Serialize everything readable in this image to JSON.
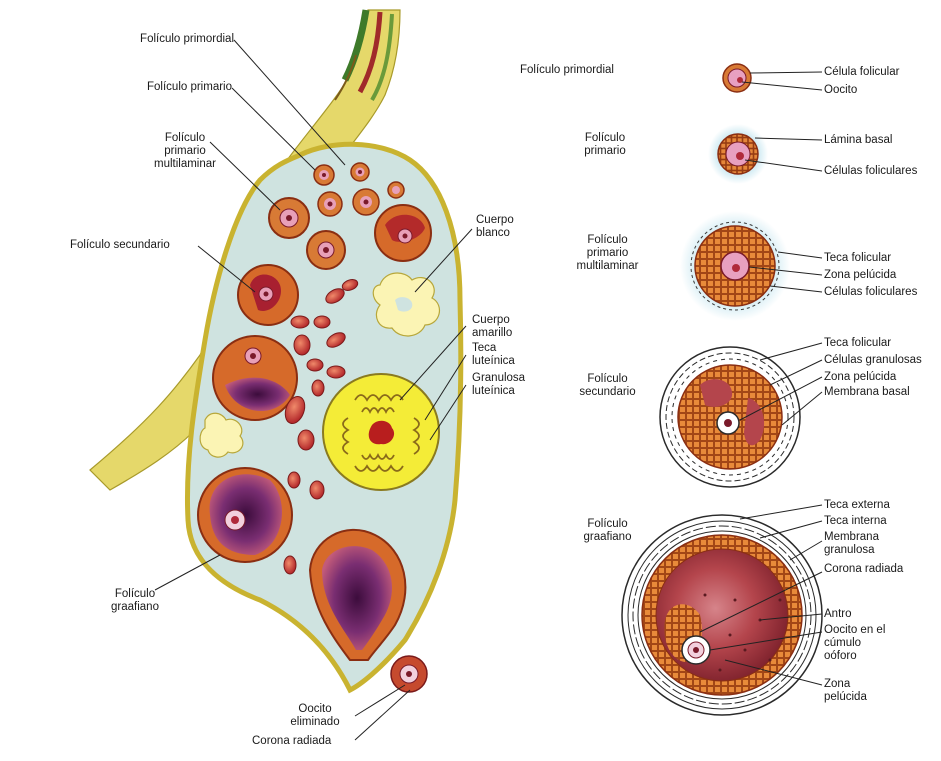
{
  "colors": {
    "ovary_fill": "#cfe3e0",
    "ovary_outline": "#c9b330",
    "follicle_orange": "#d9712c",
    "follicle_red": "#b42a25",
    "purple": "#6b2a6a",
    "yellow": "#f4ec37",
    "pink": "#e9a9c5"
  },
  "left": {
    "primordial": "Folículo primordial",
    "primario": "Folículo primario",
    "multilaminar": [
      "Folículo",
      "primario",
      "multilaminar"
    ],
    "secundario": "Folículo secundario",
    "blanco": [
      "Cuerpo",
      "blanco"
    ],
    "amarillo": [
      "Cuerpo",
      "amarillo"
    ],
    "teca": [
      "Teca",
      "luteínica"
    ],
    "granulosa": [
      "Granulosa",
      "luteínica"
    ],
    "graafiano": [
      "Folículo",
      "graafiano"
    ],
    "oocito": [
      "Oocito",
      "eliminado"
    ],
    "corona": "Corona radiada"
  },
  "right": {
    "s1": {
      "title": "Folículo primordial",
      "labels": [
        "Célula folicular",
        "Oocito"
      ]
    },
    "s2": {
      "title": [
        "Folículo",
        "primario"
      ],
      "labels": [
        "Lámina basal",
        "Células foliculares"
      ]
    },
    "s3": {
      "title": [
        "Folículo",
        "primario",
        "multilaminar"
      ],
      "labels": [
        "Teca folicular",
        "Zona pelúcida",
        "Células foliculares"
      ]
    },
    "s4": {
      "title": [
        "Folículo",
        "secundario"
      ],
      "labels": [
        "Teca folicular",
        "Células granulosas",
        "Zona pelúcida",
        "Membrana basal"
      ]
    },
    "s5": {
      "title": [
        "Folículo",
        "graafiano"
      ],
      "labels": [
        "Teca externa",
        "Teca interna",
        "Membrana",
        "granulosa",
        "Corona radiada",
        "Antro",
        "Oocito en el",
        "cúmulo",
        "oóforo",
        "Zona",
        "pelúcida"
      ]
    }
  }
}
